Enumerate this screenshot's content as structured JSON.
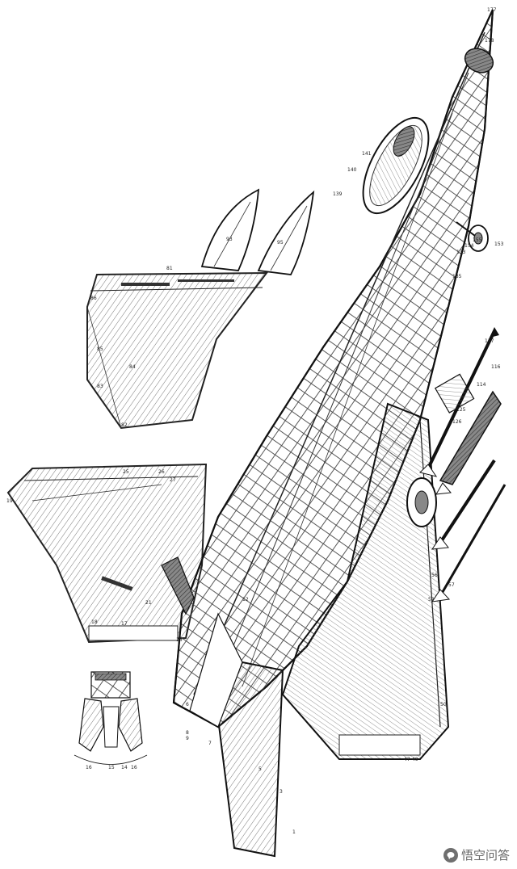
{
  "callouts": {
    "c1": "1",
    "c2": "3",
    "c3": "5",
    "c4": "6",
    "c5": "7",
    "c6": "8",
    "c7": "9",
    "c8": "12",
    "c9": "15",
    "c10": "17",
    "c11": "18",
    "c12": "19",
    "c13": "21",
    "c14": "25",
    "c15": "26",
    "c16": "27",
    "c17": "47",
    "c18": "49",
    "c19": "50",
    "c20": "56",
    "c21": "57",
    "c22": "59",
    "c23": "81",
    "c24": "82",
    "c25": "83",
    "c26": "84",
    "c27": "85",
    "c28": "86",
    "c29": "93",
    "c30": "95",
    "c31": "114",
    "c32": "116",
    "c33": "117",
    "c34": "125",
    "c35": "126",
    "c36": "133",
    "c37": "135",
    "c38": "139",
    "c39": "140",
    "c40": "141",
    "c41": "153",
    "c42": "154",
    "c43": "155",
    "c44": "177",
    "c45": "178",
    "c46": "14",
    "c47": "15",
    "c48": "16",
    "c49": "16"
  },
  "watermark": {
    "text": "悟空问答"
  }
}
